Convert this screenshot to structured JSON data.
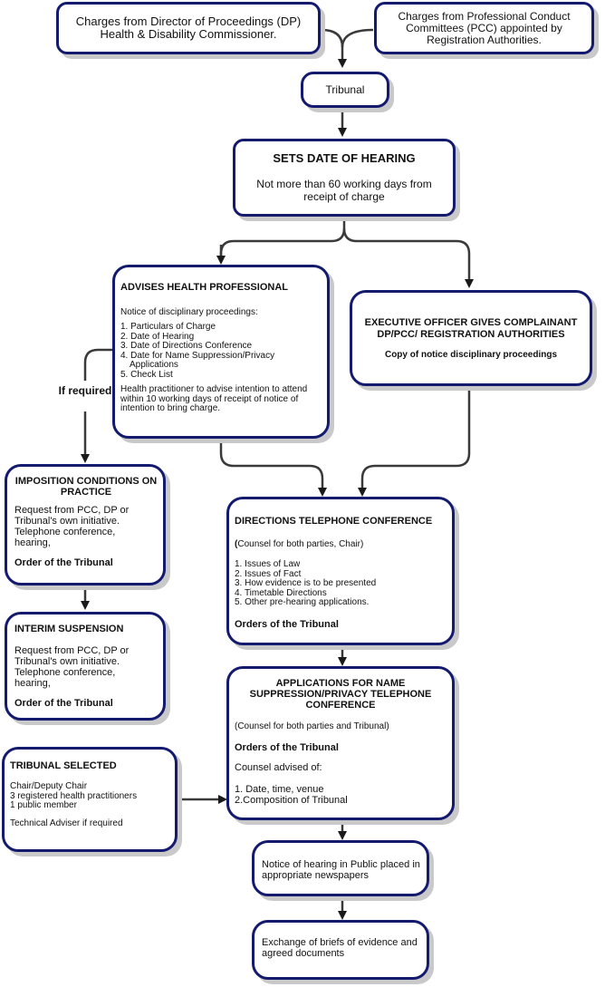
{
  "top_left": "Charges from Director of Proceedings (DP) Health & Disability Commissioner.",
  "top_right": "Charges from Professional Conduct Committees (PCC) appointed by Registration Authorities.",
  "tribunal": "Tribunal",
  "sets_date": {
    "title": "SETS DATE OF HEARING",
    "text": "Not more than 60 working days from receipt of charge"
  },
  "advises": {
    "title": "ADVISES HEALTH PROFESSIONAL",
    "intro": "Notice of disciplinary proceedings:",
    "items": [
      "1. Particulars of Charge",
      "2. Date of Hearing",
      "3. Date of Directions Conference",
      "4. Date for Name Suppression/Privacy",
      "Applications",
      "5. Check List"
    ],
    "footer": "Health practitioner to advise intention to attend within 10 working days of receipt of notice of intention to bring charge."
  },
  "executive": {
    "title": "EXECUTIVE OFFICER GIVES COMPLAINANT DP/PCC/ REGISTRATION AUTHORITIES",
    "text": "Copy of notice disciplinary proceedings"
  },
  "if_required": "If required",
  "imposition": {
    "title": "IMPOSITION CONDITIONS ON PRACTICE",
    "text": "Request from PCC, DP or Tribunal's own initiative. Telephone conference, hearing,",
    "order": "Order of the Tribunal"
  },
  "interim": {
    "title": "INTERIM SUSPENSION",
    "text": "Request from PCC, DP or Tribunal's own initiative. Telephone conference, hearing,",
    "order": "Order of the Tribunal"
  },
  "directions": {
    "title": "DIRECTIONS TELEPHONE CONFERENCE",
    "counsel_bold": "(",
    "counsel": "Counsel for both parties, Chair)",
    "items": [
      "1. Issues of Law",
      "2. Issues of Fact",
      "3. How evidence is to be presented",
      "4. Timetable Directions",
      "5. Other pre-hearing applications."
    ],
    "orders": "Orders of the Tribunal"
  },
  "applications": {
    "title": "APPLICATIONS FOR NAME SUPPRESSION/PRIVACY TELEPHONE CONFERENCE",
    "counsel": "(Counsel for both parties and Tribunal)",
    "orders": "Orders of the Tribunal",
    "advised": "Counsel advised of:",
    "items": [
      "1. Date, time, venue",
      "2.Composition of Tribunal"
    ]
  },
  "selected": {
    "title": "TRIBUNAL SELECTED",
    "items": [
      "Chair/Deputy Chair",
      "3 registered health practitioners",
      "1 public member"
    ],
    "adviser": "Technical Adviser if required"
  },
  "notice": "Notice of hearing in Public placed in appropriate newspapers",
  "exchange": "Exchange of briefs of evidence and agreed documents"
}
